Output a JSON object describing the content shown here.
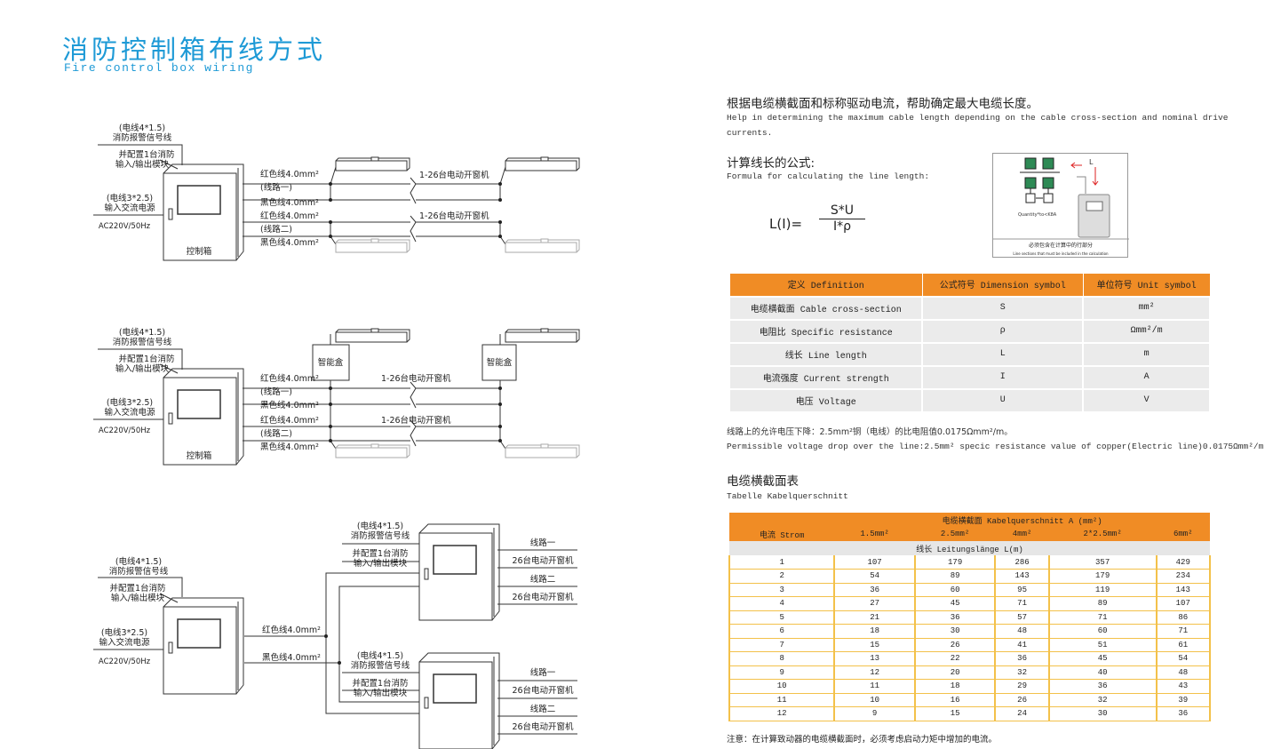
{
  "header": {
    "title": "消防控制箱布线方式",
    "subtitle": "Fire control box wiring"
  },
  "diagram": {
    "signal_wire": "(电线4*1.5)",
    "signal_label": "消防报警信号线",
    "module_1": "并配置1台消防",
    "module_2": "输入/输出模块",
    "power_wire": "(电线3*2.5)",
    "power_label": "输入交流电源",
    "voltage": "AC220V/50Hz",
    "box_label": "控制箱",
    "red_wire": "红色线4.0mm²",
    "black_wire": "黑色线4.0mm²",
    "line_1": "(线路一)",
    "line_2": "(线路二)",
    "motors": "1-26台电动开窗机",
    "smart_box": "智能盒",
    "circuit_1": "线路一",
    "circuit_2": "线路二",
    "motors_26": "26台电动开窗机"
  },
  "intro": {
    "zh": "根据电缆横截面和标称驱动电流，帮助确定最大电缆长度。",
    "en1": "Help in determining the maximum cable length depending on the cable cross-section and nominal drive",
    "en2": "currents."
  },
  "formula": {
    "heading_zh": "计算线长的公式:",
    "heading_en": "Formula for calculating the line length:",
    "lhs": "L(I)=",
    "numerator": "S*U",
    "denominator": "I*ρ"
  },
  "figure": {
    "arrow_label": "L",
    "quantity": "Quantity*to<K8A",
    "caption_zh": "必须包含在计算中的行部分",
    "caption_en": "Line sections that must be included in the calculation"
  },
  "definitions": {
    "headers": [
      "定义 Definition",
      "公式符号 Dimension symbol",
      "单位符号 Unit symbol"
    ],
    "rows": [
      [
        "电缆横截面 Cable cross-section",
        "S",
        "mm²"
      ],
      [
        "电阻比 Specific resistance",
        "ρ",
        "Ωmm²/m"
      ],
      [
        "线长 Line length",
        "L",
        "m"
      ],
      [
        "电流强度 Current strength",
        "I",
        "A"
      ],
      [
        "电压 Voltage",
        "U",
        "V"
      ]
    ]
  },
  "note": {
    "zh": "线路上的允许电压下降：2.5mm²铜（电线）的比电阻值0.0175Ωmm²/m。",
    "en": "Permissible voltage drop over the line:2.5mm² specic resistance value of copper(Electric line)0.0175Ωmm²/m."
  },
  "cable_table": {
    "heading_zh": "电缆横截面表",
    "heading_en": "Tabelle Kabelquerschnitt",
    "group_header": "电缆横截面 Kabelquerschnitt A (mm²)",
    "columns": [
      "电流 Strom",
      "1.5mm²",
      "2.5mm²",
      "4mm²",
      "2*2.5mm²",
      "6mm²"
    ],
    "subheader": "线长 Leitungslänge L(m)",
    "rows": [
      [
        "1",
        "107",
        "179",
        "286",
        "357",
        "429"
      ],
      [
        "2",
        "54",
        "89",
        "143",
        "179",
        "234"
      ],
      [
        "3",
        "36",
        "60",
        "95",
        "119",
        "143"
      ],
      [
        "4",
        "27",
        "45",
        "71",
        "89",
        "107"
      ],
      [
        "5",
        "21",
        "36",
        "57",
        "71",
        "86"
      ],
      [
        "6",
        "18",
        "30",
        "48",
        "60",
        "71"
      ],
      [
        "7",
        "15",
        "26",
        "41",
        "51",
        "61"
      ],
      [
        "8",
        "13",
        "22",
        "36",
        "45",
        "54"
      ],
      [
        "9",
        "12",
        "20",
        "32",
        "40",
        "48"
      ],
      [
        "10",
        "11",
        "18",
        "29",
        "36",
        "43"
      ],
      [
        "11",
        "10",
        "16",
        "26",
        "32",
        "39"
      ],
      [
        "12",
        "9",
        "15",
        "24",
        "30",
        "36"
      ]
    ]
  },
  "footer_note": "注意：在计算致动器的电缆横截面时，必须考虑启动力矩中增加的电流。"
}
